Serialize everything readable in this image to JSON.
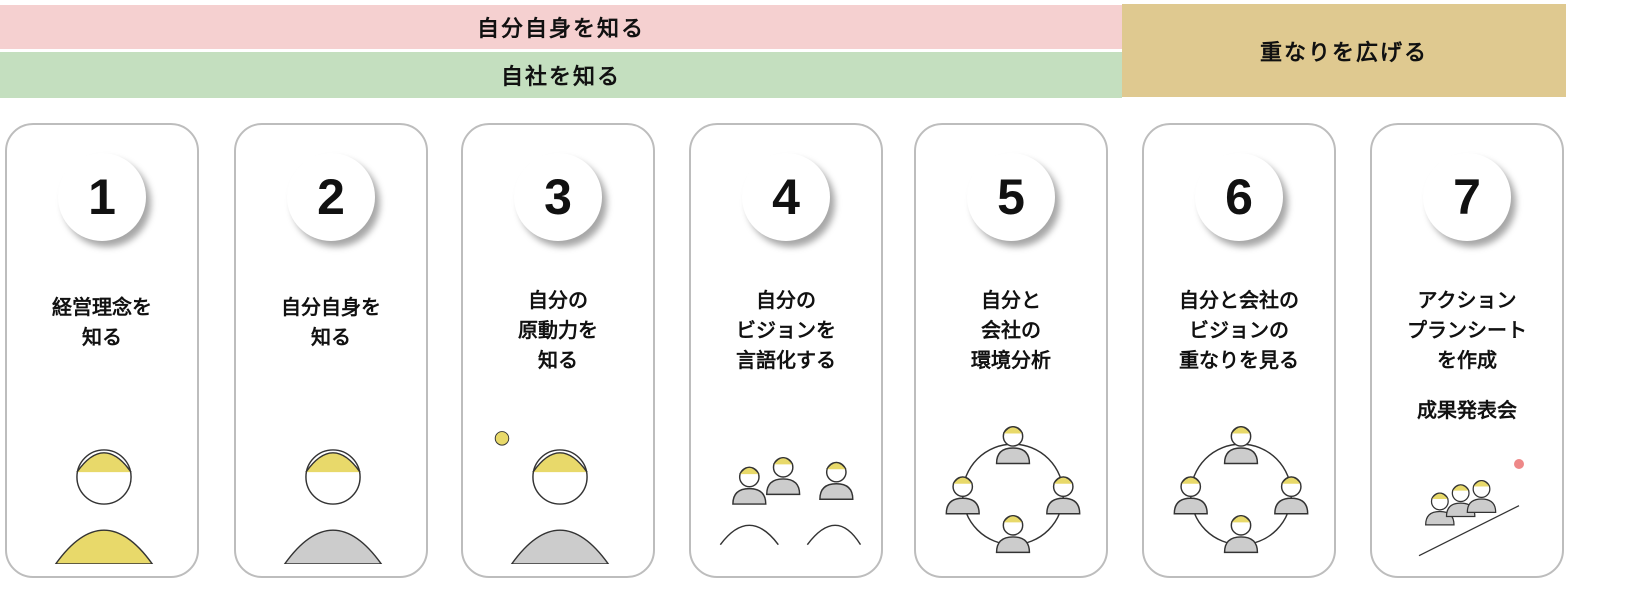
{
  "bands": {
    "self": "自分自身を知る",
    "company": "自社を知る",
    "overlap": "重なりを広げる"
  },
  "colors": {
    "pink": "#f5d0d0",
    "green": "#c4dfbf",
    "tan": "#dfc990",
    "accent": "#e8d96a"
  },
  "steps": [
    {
      "number": "1",
      "title": "経営理念を\n知る",
      "icon": "thinking-woman-icon"
    },
    {
      "number": "2",
      "title": "自分自身を\n知る",
      "icon": "frustrated-man-icon"
    },
    {
      "number": "3",
      "title": "自分の\n原動力を\n知る",
      "icon": "idea-woman-icon"
    },
    {
      "number": "4",
      "title": "自分の\nビジョンを\n言語化する",
      "icon": "discussion-group-icon"
    },
    {
      "number": "5",
      "title": "自分と\n会社の\n環境分析",
      "icon": "people-network-icon"
    },
    {
      "number": "6",
      "title": "自分と会社の\nビジョンの\n重なりを見る",
      "icon": "people-network-icon"
    },
    {
      "number": "7",
      "title": "アクション\nプランシート\nを作成",
      "subtitle": "成果発表会",
      "icon": "team-flight-icon"
    }
  ]
}
